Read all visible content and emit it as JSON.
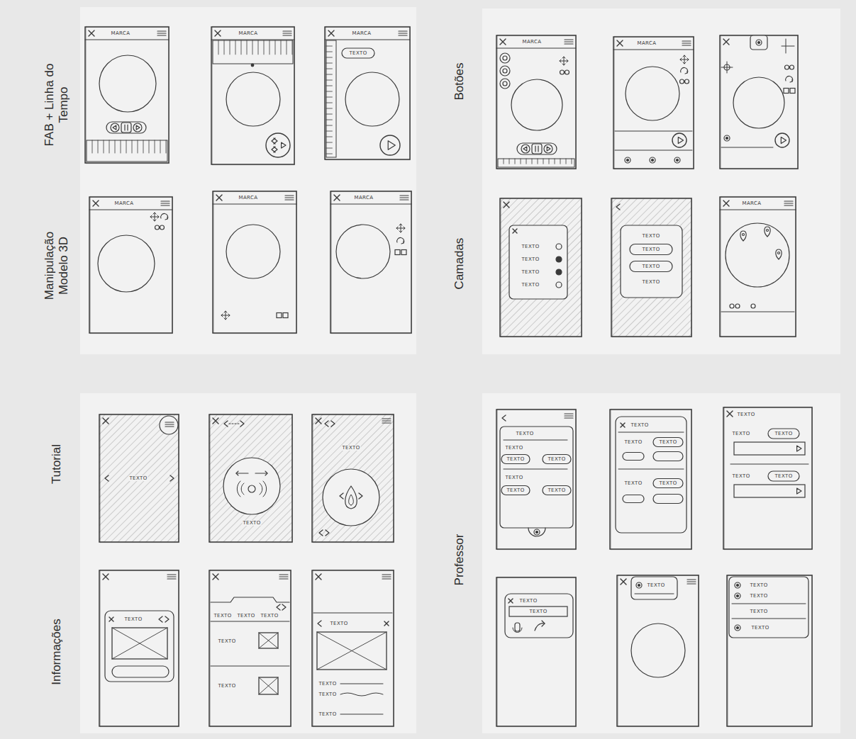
{
  "diagram": {
    "labels": [
      "FAB + Linha do Tempo",
      "Manipulação Modelo 3D",
      "Botões",
      "Camadas",
      "Tutorial",
      "Informações",
      "Professor",
      "MARCA",
      "MARCA",
      "MARCA",
      "TEXTO",
      "MARCA",
      "MARCA",
      "MARCA",
      "MARCA",
      "MARCA",
      "TEXTO",
      "TEXTO",
      "TEXTO",
      "TEXTO",
      "TEXTO",
      "TEXTO",
      "TEXTO",
      "TEXTO",
      "MARCA",
      "TEXTO",
      "TEXTO",
      "TEXTO",
      "TEXTO",
      "TEXTO",
      "TEXTO",
      "TEXTO",
      "TEXTO",
      "TEXTO",
      "TEXTO",
      "TEXTO",
      "TEXTO",
      "TEXTO",
      "TEXTO",
      "TEXTO",
      "TEXTO",
      "TEXTO",
      "TEXTO",
      "TEXTO",
      "TEXTO",
      "TEXTO",
      "TEXTO",
      "TEXTO",
      "TEXTO",
      "TEXTO",
      "TEXTO",
      "TEXTO",
      "TEXTO",
      "TEXTO",
      "TEXTO",
      "TEXTO",
      "TEXTO",
      "TEXTO",
      "TEXTO",
      "TEXTO",
      "TEXTO",
      "TEXTO"
    ]
  }
}
